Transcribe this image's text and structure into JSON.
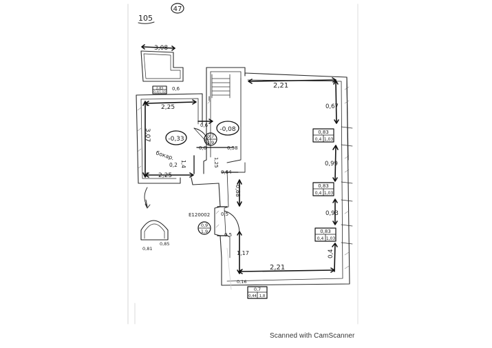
{
  "sheet": {
    "page_number": "47",
    "header_code": "105",
    "scanner_credit": "Scanned with CamScanner"
  },
  "dimensions": {
    "entry_width": "3,08",
    "entry_offset": "0,6",
    "upper_room_width": "2,21",
    "right_upper": "0,67",
    "right_middle": "0,99",
    "right_lower": "0,93",
    "right_bottom": "0,4",
    "lower_room_width": "2,21",
    "lower_left_height": "1,17",
    "lower_corner": "0,16",
    "left_room_top": "2,25",
    "left_room_bottom": "2,25",
    "left_room_height": "3,07",
    "left_door": "1,4",
    "hall_top": "0,6",
    "hall_bottom": "0,6",
    "hall_right": "0,58",
    "hall_height": "1,25",
    "corridor_width": "0,64",
    "corridor_height": "0,88",
    "niche_top": "0,5",
    "niche_bottom": "0,5",
    "arch_left": "0,81",
    "arch_right": "0,85"
  },
  "levels": {
    "left_room": "-0,33",
    "hall": "-0,08"
  },
  "labels": {
    "left_room_note_1": "бокар.",
    "left_room_note_2": "0,2",
    "doorway_code": "E120002"
  },
  "fractions": {
    "hall_door": {
      "top": "0,7",
      "bottom": "1,9"
    },
    "doorway": {
      "top": "0,9",
      "bottom": "1,9"
    }
  },
  "windows": {
    "entry": {
      "top": "2,83",
      "bottom": "0,4|1,03"
    },
    "window_1": {
      "top": "0,83",
      "bottom": [
        "0,4",
        "1,03"
      ]
    },
    "window_2": {
      "top": "0,83",
      "bottom": [
        "0,4",
        "1,03"
      ]
    },
    "window_3": {
      "top": "0,83",
      "bottom": [
        "0,4",
        "1,03"
      ]
    },
    "window_bottom": {
      "top": "0,7",
      "bottom": [
        "0,44",
        "1,8"
      ]
    }
  }
}
